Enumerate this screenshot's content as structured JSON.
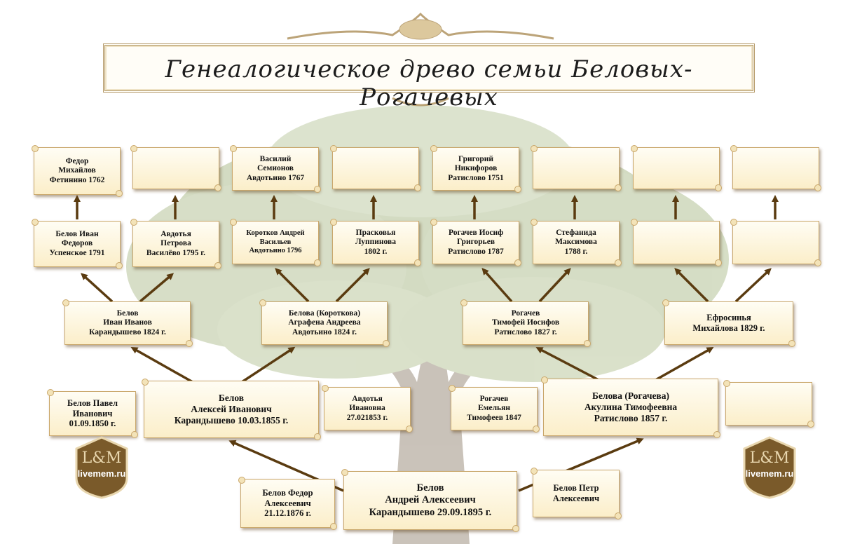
{
  "title": "Генеалогическое древо семьи Беловых-Рогачевых",
  "watermark": "livemem.ru",
  "colors": {
    "arrow": "#5a3b10",
    "scroll_border": "#c9a76b",
    "paper": "#fbeec9"
  },
  "people": {
    "g5_1": "Федор\nМихайлов\nФетинино 1762",
    "g5_2": "",
    "g5_3": "Василий\nСемионов\nАвдотьино 1767",
    "g5_4": "",
    "g5_5": "Григорий\nНикифоров\nРатислово 1751",
    "g5_6": "",
    "g5_7": "",
    "g5_8": "",
    "g4_1": "Белов Иван\nФедоров\nУспенское 1791",
    "g4_2": "Авдотья\nПетрова\nВасилёво 1795 г.",
    "g4_3": "Коротков Андрей\nВасильев\nАвдотьино 1796",
    "g4_4": "Прасковья\nЛуппинова\n1802 г.",
    "g4_5": "Рогачев Иосиф\nГригорьев\nРатислово 1787",
    "g4_6": "Стефанида\nМаксимова\n1788 г.",
    "g4_7": "",
    "g4_8": "",
    "g3_1": "Белов\nИван Иванов\nКарандышево 1824 г.",
    "g3_2": "Белова (Короткова)\nАграфена Андреева\nАвдотьино 1824 г.",
    "g3_3": "Рогачев\nТимофей Иосифов\nРатислово 1827 г.",
    "g3_4": "Ефросинья\nМихайлова 1829 г.",
    "g2_father": "Белов\nАлексей Иванович\nКарандышево 10.03.1855 г.",
    "g2_mother": "Белова (Рогачева)\nАкулина Тимофеевна\nРатислово 1857 г.",
    "sib_pavel": "Белов Павел\nИванович\n01.09.1850 г.",
    "sib_avdotya": "Авдотья\nИвановна\n27.021853 г.",
    "sib_emelyan": "Рогачев\nЕмельян\nТимофеев 1847",
    "sib_empty": "",
    "g1_main": "Белов\nАндрей Алексеевич\nКарандышево 29.09.1895 г.",
    "g1_fedor": "Белов Федор\nАлексеевич\n21.12.1876 г.",
    "g1_petr": "Белов Петр\nАлексеевич"
  }
}
